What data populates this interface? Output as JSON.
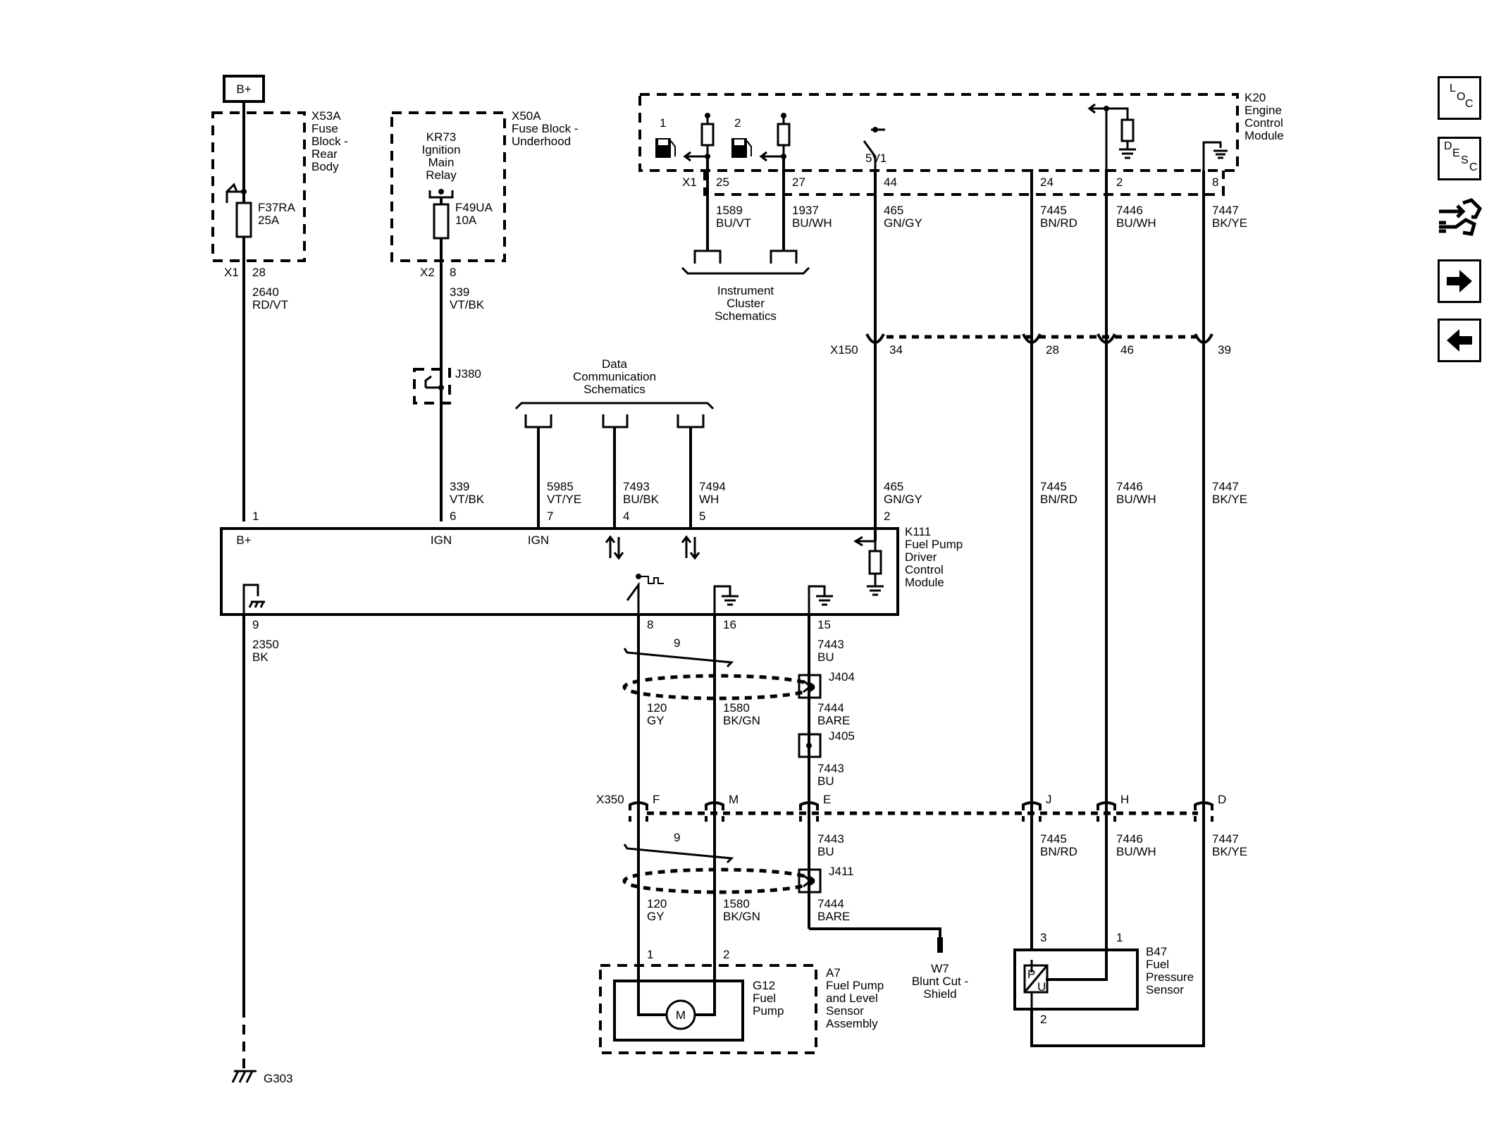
{
  "labels": {
    "bplus_box": "B+",
    "x53a_title": [
      "X53A",
      "Fuse",
      "Block -",
      "Rear",
      "Body"
    ],
    "f37ra": [
      "F37RA",
      "25A"
    ],
    "x1_left": "X1",
    "pin28": "28",
    "w2640": [
      "2640",
      "RD/VT"
    ],
    "x50a_title": [
      "X50A",
      "Fuse Block -",
      "Underhood"
    ],
    "kr73": [
      "KR73",
      "Ignition",
      "Main",
      "Relay"
    ],
    "f49ua": [
      "F49UA",
      "10A"
    ],
    "x2": "X2",
    "pin8_x2": "8",
    "w339_top": [
      "339",
      "VT/BK"
    ],
    "j380": "J380",
    "data_comm": [
      "Data",
      "Communication",
      "Schematics"
    ],
    "w339_bot": [
      "339",
      "VT/BK"
    ],
    "w5985": [
      "5985",
      "VT/YE"
    ],
    "w7493": [
      "7493",
      "BU/BK"
    ],
    "w7494": [
      "7494",
      "WH"
    ],
    "k111_pins": [
      "1",
      "6",
      "7",
      "4",
      "5",
      "2"
    ],
    "k111_in": [
      "B+",
      "IGN",
      "IGN"
    ],
    "k111_title": [
      "K111",
      "Fuel Pump",
      "Driver",
      "Control",
      "Module"
    ],
    "k111_bottom_pins": [
      "9",
      "8",
      "16",
      "15"
    ],
    "w2350": [
      "2350",
      "BK"
    ],
    "g303": "G303",
    "k20_title": [
      "K20",
      "Engine",
      "Control",
      "Module"
    ],
    "k20_x1": "X1",
    "k20_pins": [
      "25",
      "27",
      "44",
      "24",
      "2",
      "8"
    ],
    "k20_icons": [
      "1",
      "2"
    ],
    "k20_5v1": "5V1",
    "w1589": [
      "1589",
      "BU/VT"
    ],
    "w1937": [
      "1937",
      "BU/WH"
    ],
    "w465_top": [
      "465",
      "GN/GY"
    ],
    "w7445_top": [
      "7445",
      "BN/RD"
    ],
    "w7446_top": [
      "7446",
      "BU/WH"
    ],
    "w7447_top": [
      "7447",
      "BK/YE"
    ],
    "instrument": [
      "Instrument",
      "Cluster",
      "Schematics"
    ],
    "x150": "X150",
    "x150_pins": [
      "34",
      "28",
      "46",
      "39"
    ],
    "w465_mid": [
      "465",
      "GN/GY"
    ],
    "w7445_mid": [
      "7445",
      "BN/RD"
    ],
    "w7446_mid": [
      "7446",
      "BU/WH"
    ],
    "w7447_mid": [
      "7447",
      "BK/YE"
    ],
    "twist_9a": "9",
    "w7443_a": [
      "7443",
      "BU"
    ],
    "j404": "J404",
    "w120_a": [
      "120",
      "GY"
    ],
    "w1580_a": [
      "1580",
      "BK/GN"
    ],
    "w7444_a": [
      "7444",
      "BARE"
    ],
    "j405": "J405",
    "w7443_b": [
      "7443",
      "BU"
    ],
    "x350": "X350",
    "x350_pins": [
      "F",
      "M",
      "E",
      "J",
      "H",
      "D"
    ],
    "twist_9b": "9",
    "w7443_c": [
      "7443",
      "BU"
    ],
    "w7445_bot": [
      "7445",
      "BN/RD"
    ],
    "w7446_bot": [
      "7446",
      "BU/WH"
    ],
    "w7447_bot": [
      "7447",
      "BK/YE"
    ],
    "j411": "J411",
    "w120_b": [
      "120",
      "GY"
    ],
    "w1580_b": [
      "1580",
      "BK/GN"
    ],
    "w7444_b": [
      "7444",
      "BARE"
    ],
    "w7": [
      "W7",
      "Blunt Cut -",
      "Shield"
    ],
    "a7_pins": [
      "1",
      "2"
    ],
    "a7_title": [
      "A7",
      "Fuel Pump",
      "and Level",
      "Sensor",
      "Assembly"
    ],
    "g12": [
      "G12",
      "Fuel",
      "Pump"
    ],
    "motor": "M",
    "b47_pins": [
      "3",
      "1",
      "2"
    ],
    "b47_title": [
      "B47",
      "Fuel",
      "Pressure",
      "Sensor"
    ],
    "pu": [
      "P",
      "U"
    ]
  },
  "sidebar": {
    "loc": [
      "L",
      "O",
      "C"
    ],
    "desc": [
      "D",
      "E",
      "S",
      "C"
    ]
  }
}
